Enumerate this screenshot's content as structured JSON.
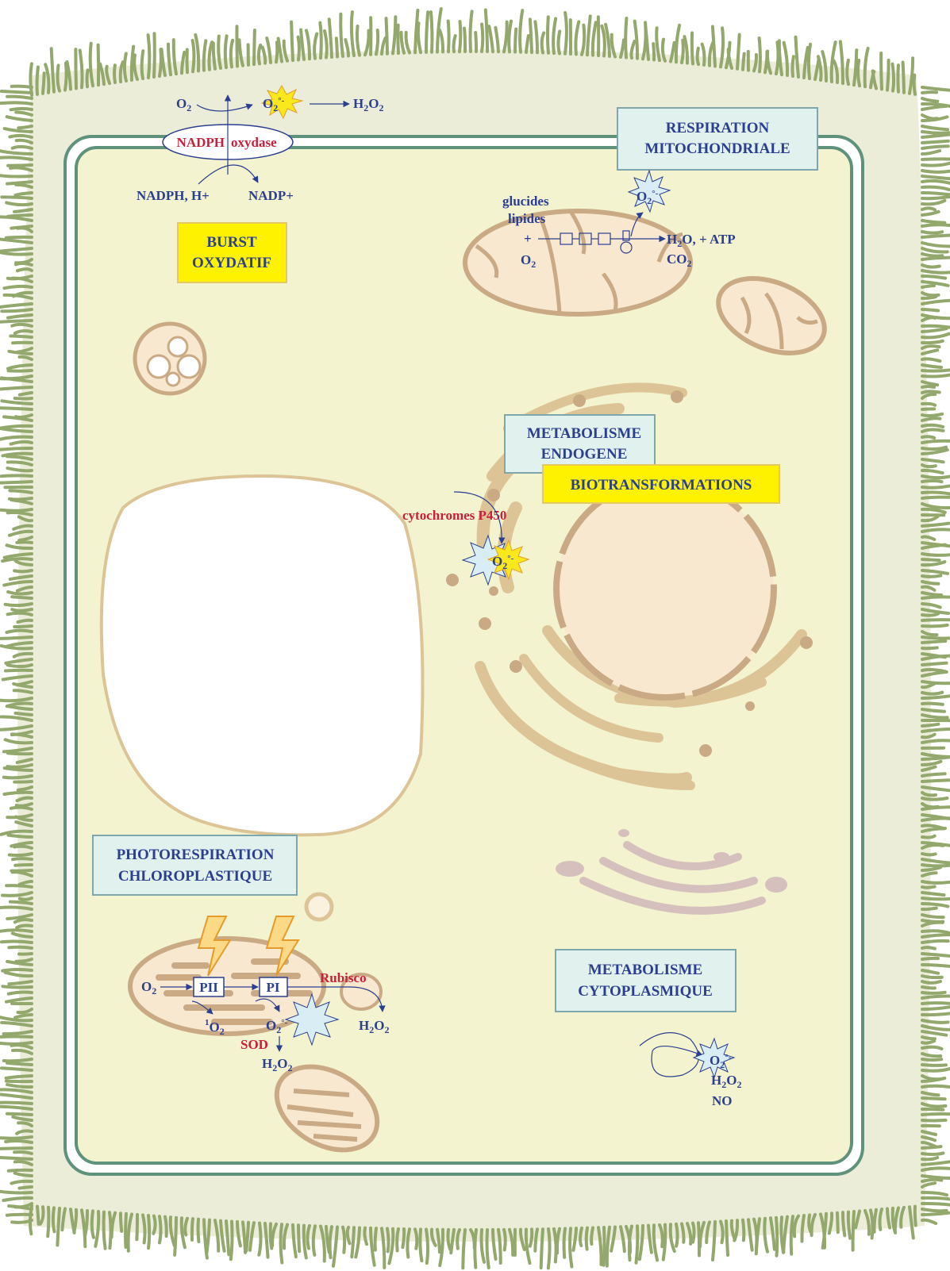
{
  "colors": {
    "wall_fill": "#ecedd9",
    "wall_hair": "#93a86c",
    "membrane": "#5e927b",
    "cytoplasm": "#f4f3cf",
    "organelle_fill": "#f8e8d0",
    "organelle_stroke": "#c9aa84",
    "er": "#dcc497",
    "golgi": "#d5c0bd",
    "label_blue": "#2a3f8f",
    "label_red": "#c8203c",
    "box_fill": "#e1f1ee",
    "box_stroke": "#7ea7ad",
    "yellow_box": "#fff200",
    "ros_yellow": "#f9e91c",
    "ros_blue": "#d9eef4",
    "bolt": "#fcd987"
  },
  "boxes": {
    "respiration_l1": "RESPIRATION",
    "respiration_l2": "MITOCHONDRIALE",
    "burst_l1": "BURST",
    "burst_l2": "OXYDATIF",
    "metab_endo_l1": "METABOLISME",
    "metab_endo_l2": "ENDOGENE",
    "biotransformations": "BIOTRANSFORMATIONS",
    "photoresp_l1": "PHOTORESPIRATION",
    "photoresp_l2": "CHLOROPLASTIQUE",
    "metab_cyto_l1": "METABOLISME",
    "metab_cyto_l2": "CYTOPLASMIQUE"
  },
  "nadph": {
    "enzyme_red": "NADPH",
    "enzyme_blue": "oxydase",
    "o2": "O",
    "o2_sub": "2",
    "superoxide": "O",
    "superoxide_sub": "2",
    "superoxide_sup": "°-",
    "h2o2_h": "H",
    "h2o2_sub1": "2",
    "h2o2_o": "O",
    "h2o2_sub2": "2",
    "nadph_h": "NADPH, H+",
    "nadp": "NADP+"
  },
  "mito": {
    "glucides": "glucides",
    "lipides": "lipides",
    "plus": "+",
    "o2": "O",
    "o2_sub": "2",
    "h2o_h": "H",
    "h2o_sub": "2",
    "h2o_rest": "O, + ATP",
    "co2": "CO",
    "co2_sub": "2",
    "superoxide": "O",
    "superoxide_sub": "2",
    "superoxide_sup": "°-"
  },
  "endo": {
    "p450": "cytochromes P450",
    "superoxide": "O",
    "superoxide_sub": "2",
    "superoxide_sup": "°-"
  },
  "chloro": {
    "o2": "O",
    "o2_sub": "2",
    "pii": "PII",
    "pi": "PI",
    "rubisco": "Rubisco",
    "singlet_sup": "1",
    "singlet_o": "O",
    "singlet_sub": "2",
    "superoxide": "O",
    "superoxide_sub": "2",
    "superoxide_sup": "°-",
    "sod": "SOD",
    "h2o2_h": "H",
    "h2o2_sub1": "2",
    "h2o2_o": "O",
    "h2o2_sub2": "2"
  },
  "cyto": {
    "superoxide": "O",
    "superoxide_sub": "2",
    "superoxide_sup": "°-",
    "h2o2_h": "H",
    "h2o2_sub1": "2",
    "h2o2_o": "O",
    "h2o2_sub2": "2",
    "no": "NO"
  }
}
